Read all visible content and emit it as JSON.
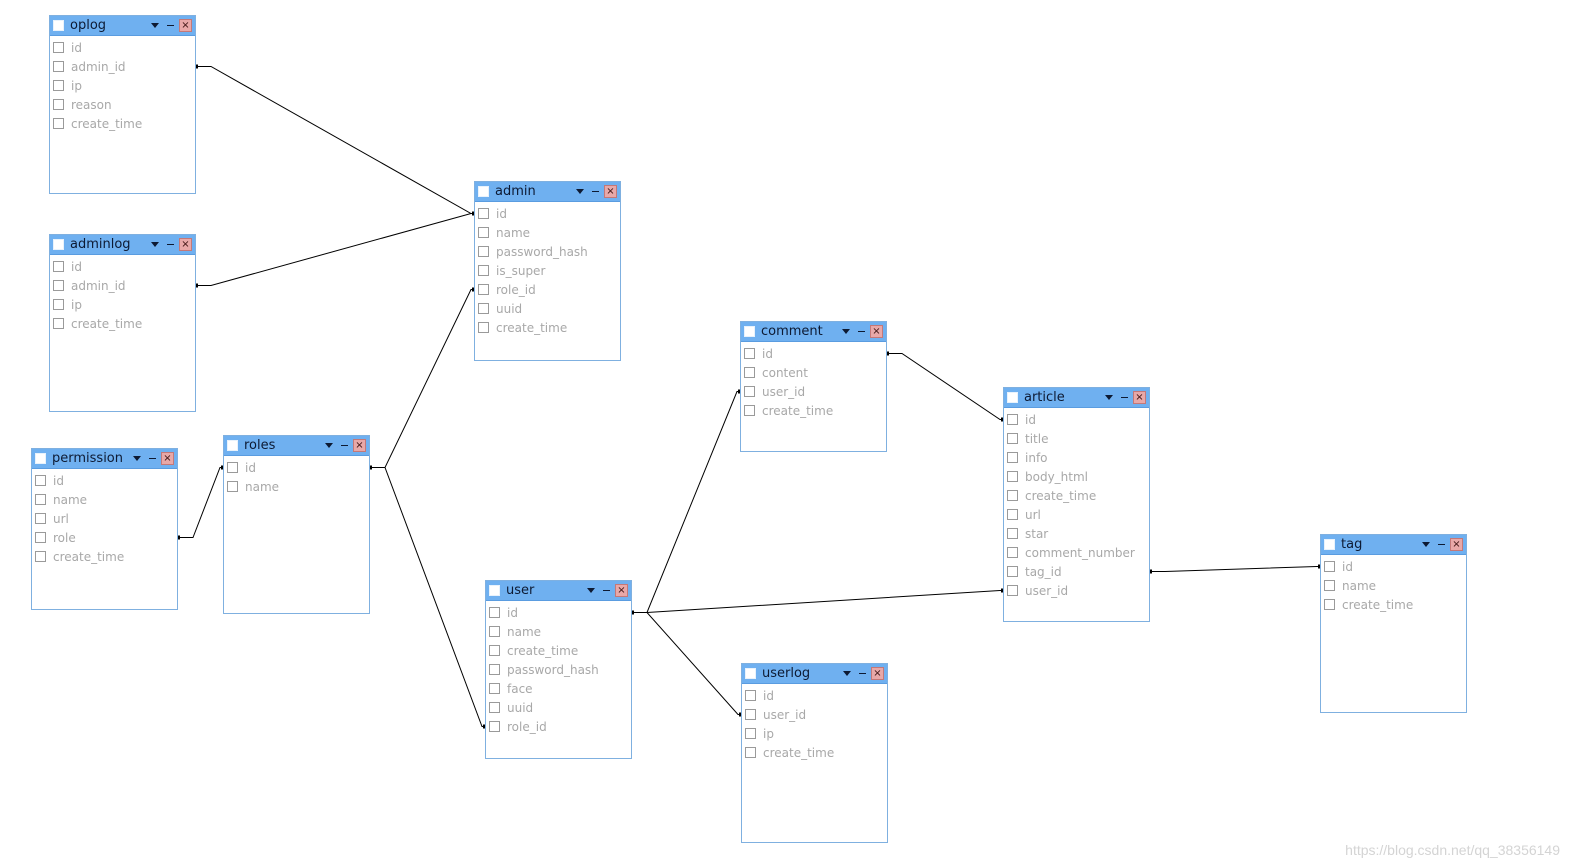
{
  "tables": [
    {
      "key": "oplog",
      "name": "oplog",
      "fields": [
        "id",
        "admin_id",
        "ip",
        "reason",
        "create_time"
      ]
    },
    {
      "key": "adminlog",
      "name": "adminlog",
      "fields": [
        "id",
        "admin_id",
        "ip",
        "create_time"
      ]
    },
    {
      "key": "permission",
      "name": "permission",
      "fields": [
        "id",
        "name",
        "url",
        "role",
        "create_time"
      ]
    },
    {
      "key": "roles",
      "name": "roles",
      "fields": [
        "id",
        "name"
      ]
    },
    {
      "key": "admin",
      "name": "admin",
      "fields": [
        "id",
        "name",
        "password_hash",
        "is_super",
        "role_id",
        "uuid",
        "create_time"
      ]
    },
    {
      "key": "user",
      "name": "user",
      "fields": [
        "id",
        "name",
        "create_time",
        "password_hash",
        "face",
        "uuid",
        "role_id"
      ]
    },
    {
      "key": "comment",
      "name": "comment",
      "fields": [
        "id",
        "content",
        "user_id",
        "create_time"
      ]
    },
    {
      "key": "userlog",
      "name": "userlog",
      "fields": [
        "id",
        "user_id",
        "ip",
        "create_time"
      ]
    },
    {
      "key": "article",
      "name": "article",
      "fields": [
        "id",
        "title",
        "info",
        "body_html",
        "create_time",
        "url",
        "star",
        "comment_number",
        "tag_id",
        "user_id"
      ]
    },
    {
      "key": "tag",
      "name": "tag",
      "fields": [
        "id",
        "name",
        "create_time"
      ]
    }
  ],
  "relations": [
    {
      "from": "oplog",
      "from_field": "admin_id",
      "to": "admin",
      "to_field": "id"
    },
    {
      "from": "adminlog",
      "from_field": "admin_id",
      "to": "admin",
      "to_field": "id"
    },
    {
      "from": "permission",
      "from_field": "role",
      "to": "roles",
      "to_field": "id"
    },
    {
      "from": "roles",
      "from_field": "id",
      "to": "admin",
      "to_field": "role_id"
    },
    {
      "from": "roles",
      "from_field": "id",
      "to": "user",
      "to_field": "role_id"
    },
    {
      "from": "user",
      "from_field": "id",
      "to": "comment",
      "to_field": "user_id"
    },
    {
      "from": "user",
      "from_field": "id",
      "to": "article",
      "to_field": "user_id"
    },
    {
      "from": "user",
      "from_field": "id",
      "to": "userlog",
      "to_field": "user_id"
    },
    {
      "from": "comment",
      "from_field": "id",
      "to": "article",
      "to_field": "id"
    },
    {
      "from": "article",
      "from_field": "tag_id",
      "to": "tag",
      "to_field": "id"
    }
  ],
  "watermark": "https://blog.csdn.net/qq_38356149"
}
